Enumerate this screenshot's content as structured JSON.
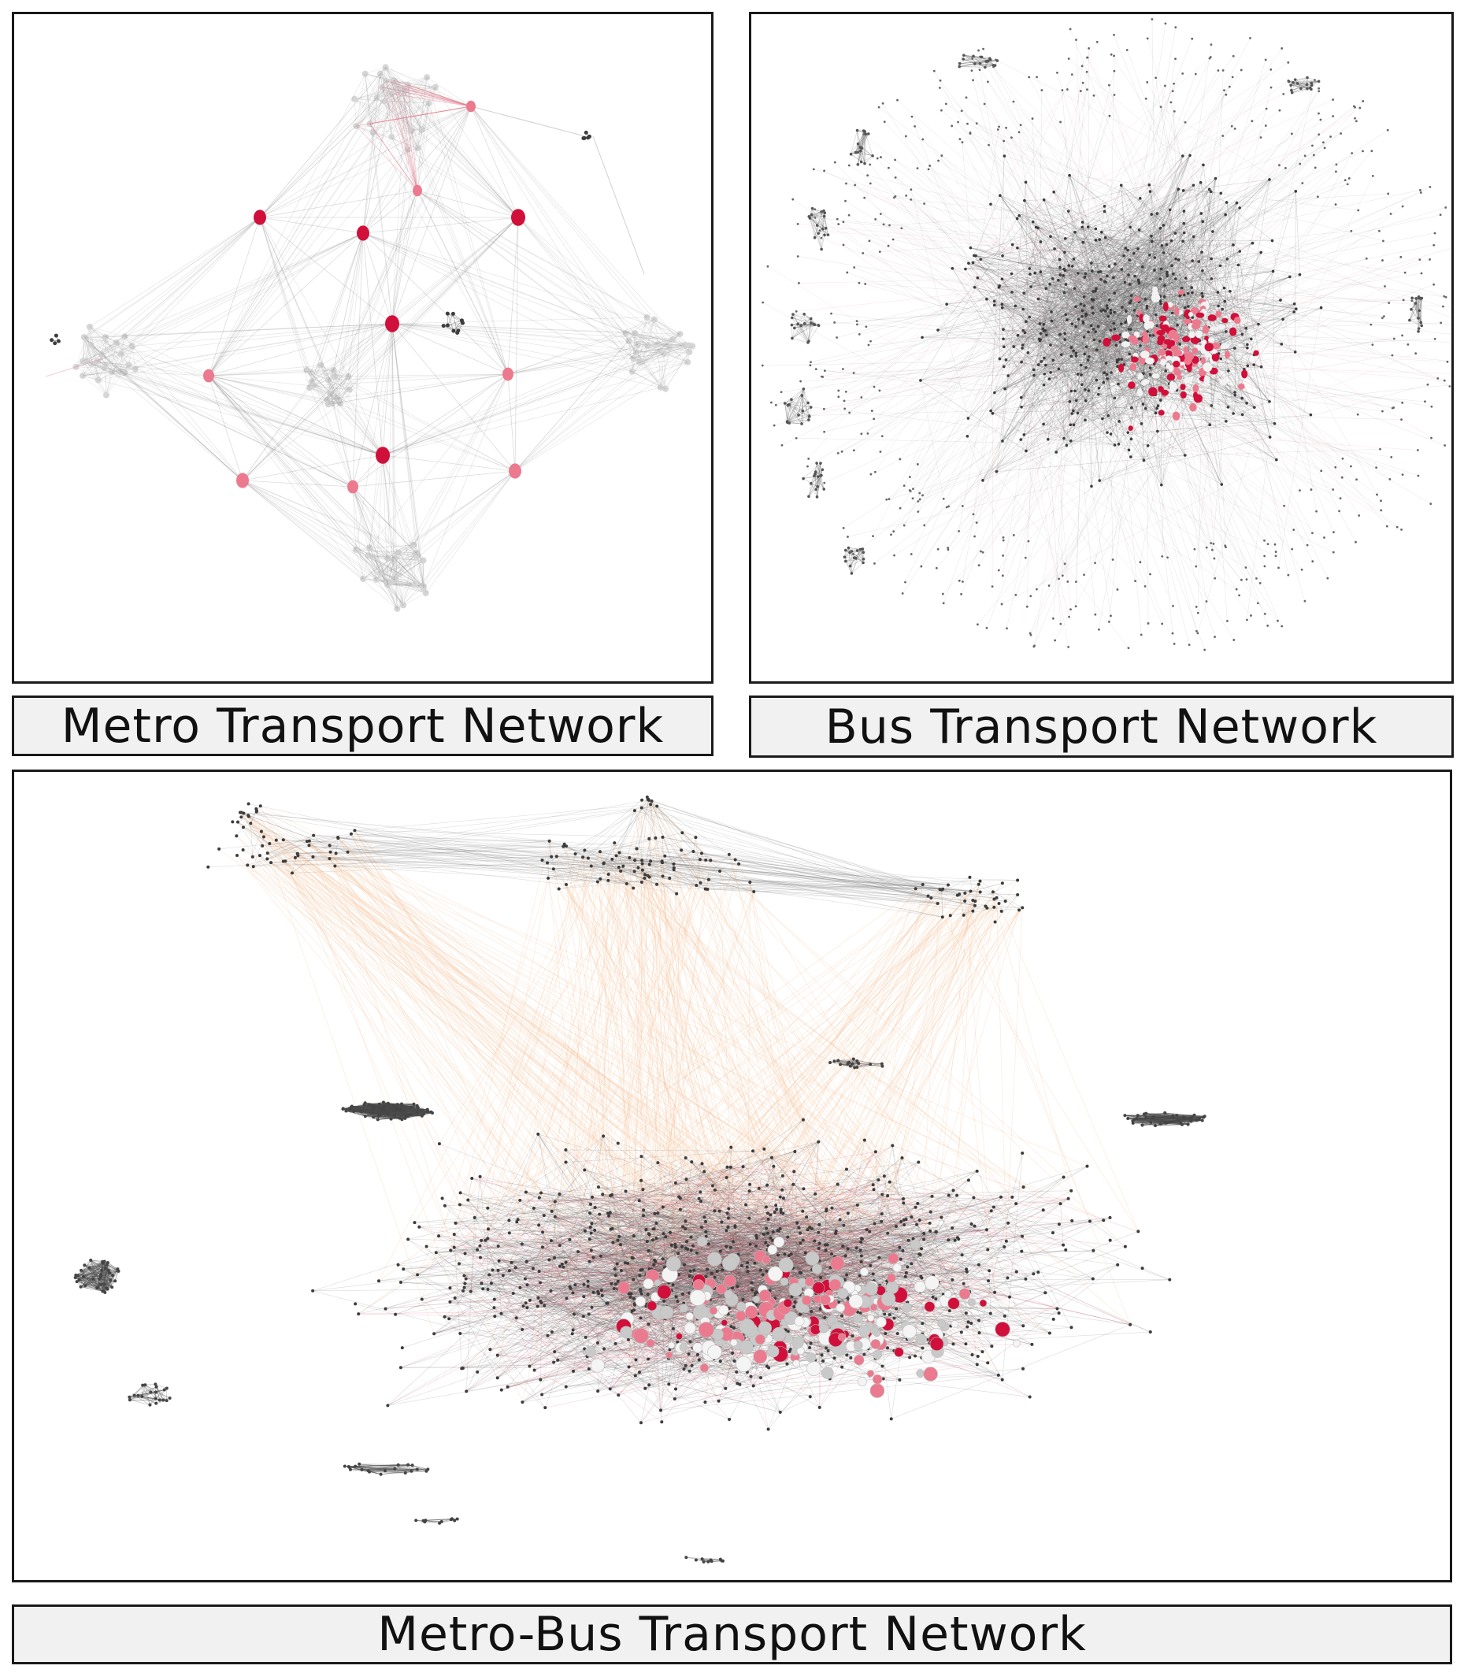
{
  "figure": {
    "panels": [
      {
        "id": "metro",
        "caption": "Metro Transport Network",
        "content": "network graph of metro stations with clustered gray hubs and red-highlighted stations"
      },
      {
        "id": "bus",
        "caption": "Bus Transport Network",
        "content": "dense circular network graph of bus stops with red and white highlighted nodes in core"
      },
      {
        "id": "combined",
        "caption": "Metro-Bus Transport Network",
        "content": "two-layer network with metro layer above bus layer joined by orange inter-layer links"
      }
    ]
  },
  "colors": {
    "edge_gray": "#8a8a8a",
    "node_dark": "#3c3c3c",
    "node_light": "#d6d6d6",
    "highlight_red": "#d0103a",
    "highlight_pink": "#ec7a8e",
    "interlayer_orange": "#f5c49a",
    "caption_bg": "#f1f1f1",
    "border": "#1a1a1a"
  }
}
